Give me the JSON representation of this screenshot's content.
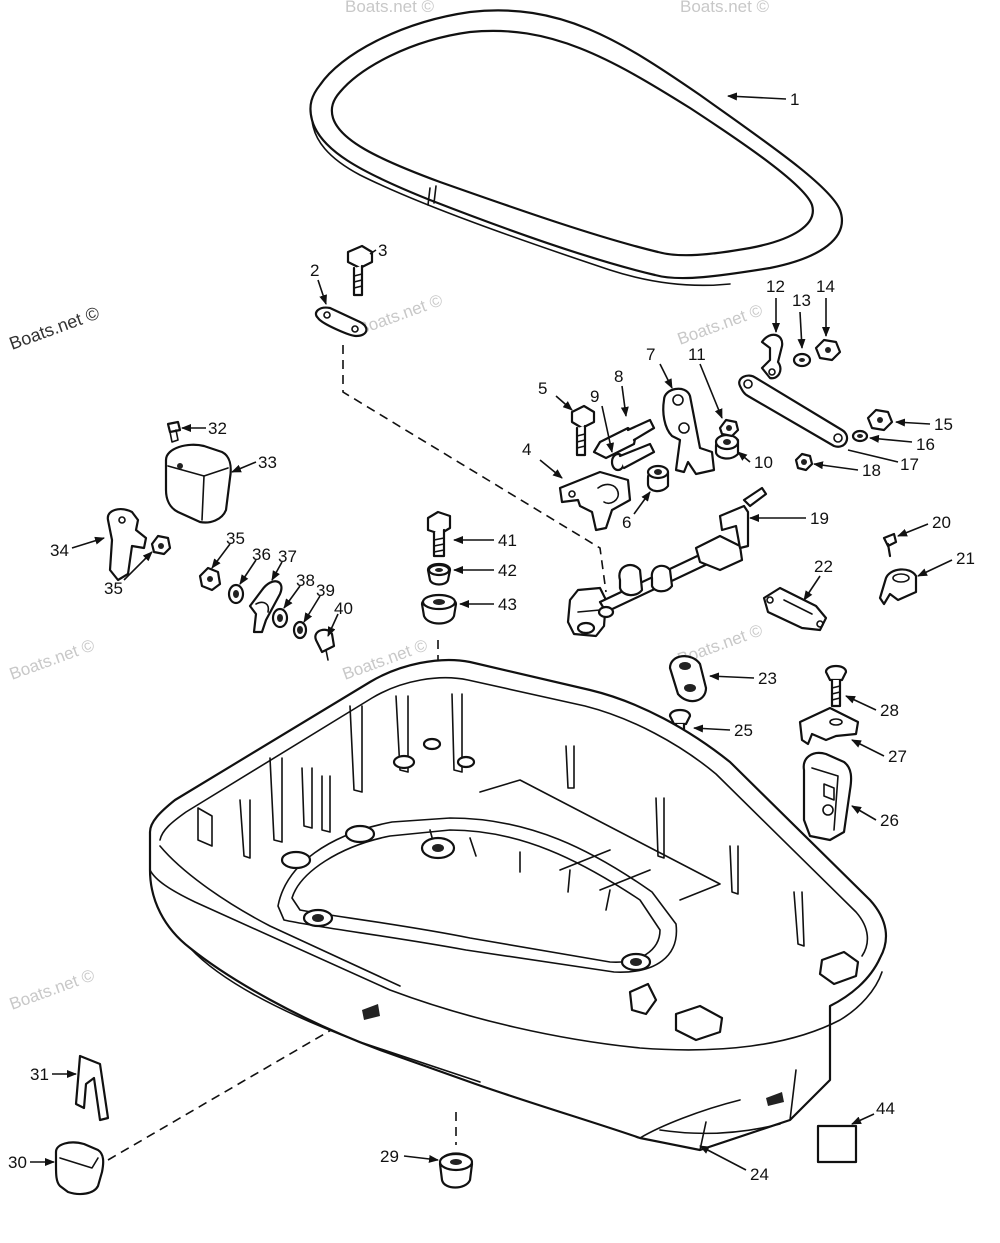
{
  "watermark": {
    "primary": "Boats.net ©",
    "faint": "Boats.net ©"
  },
  "callouts": [
    "1",
    "2",
    "3",
    "4",
    "5",
    "6",
    "7",
    "8",
    "9",
    "10",
    "11",
    "12",
    "13",
    "14",
    "15",
    "16",
    "17",
    "18",
    "19",
    "20",
    "21",
    "22",
    "23",
    "24",
    "25",
    "26",
    "27",
    "28",
    "29",
    "30",
    "31",
    "32",
    "33",
    "34",
    "35",
    "35",
    "36",
    "37",
    "38",
    "39",
    "40",
    "41",
    "42",
    "43",
    "44"
  ]
}
